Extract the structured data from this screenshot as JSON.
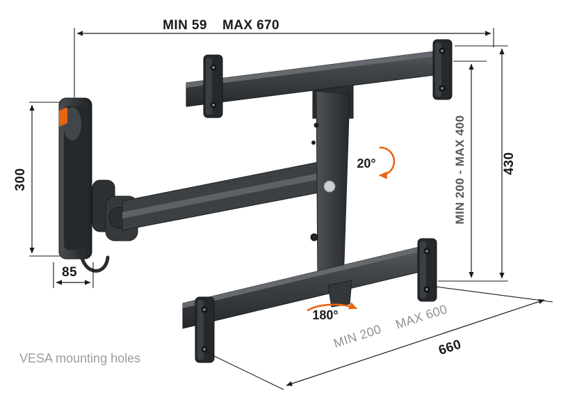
{
  "diagram": {
    "dimensions": {
      "extension_min": "MIN 59",
      "extension_max": "MAX 670",
      "wall_plate_height": "300",
      "wall_plate_depth": "85",
      "bracket_height": "430",
      "vesa_vertical_range": "MIN 200 - MAX 400",
      "tilt_angle": "20°",
      "swivel_angle": "180°",
      "vesa_width_min": "MIN 200",
      "vesa_width_max": "MAX 600",
      "rail_width": "660"
    },
    "notes": {
      "vesa": "VESA mounting holes"
    },
    "colors": {
      "background": "#ffffff",
      "dimension_line": "#1a1a1a",
      "mount_dark": "#34383b",
      "mount_highlight": "#666a6e",
      "accent_orange": "#e8650f",
      "muted_text": "#8f9193"
    }
  }
}
